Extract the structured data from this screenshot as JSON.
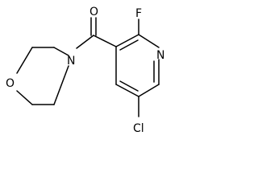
{
  "diagram": {
    "type": "chemical-structure",
    "atoms": {
      "oxygen_carbonyl": "O",
      "fluorine": "F",
      "nitrogen_morpholine": "N",
      "nitrogen_pyridine": "N",
      "oxygen_morpholine": "O",
      "chlorine": "Cl"
    },
    "colors": {
      "bond": "#000000",
      "label": "#000000",
      "background": "#ffffff"
    }
  }
}
